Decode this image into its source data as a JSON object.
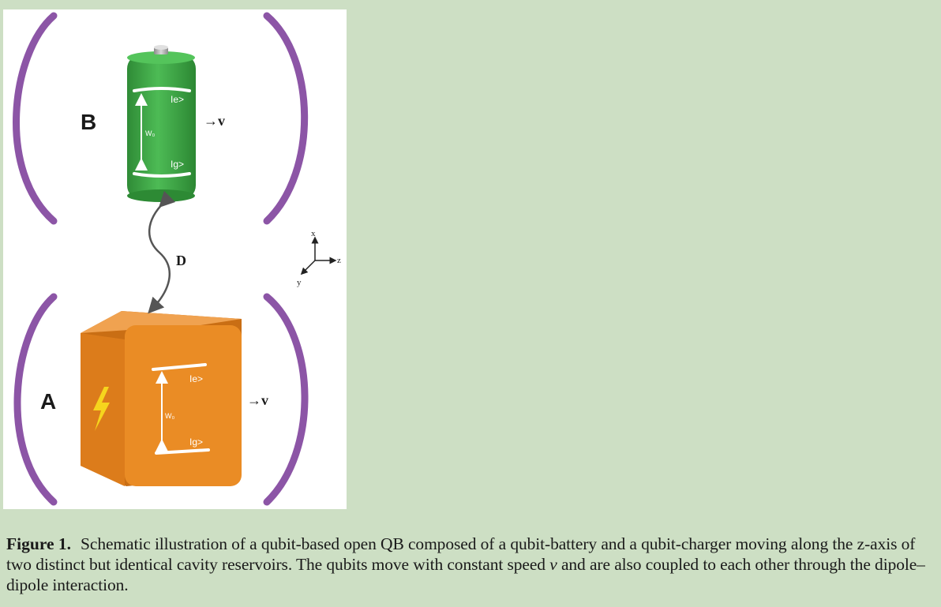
{
  "figure": {
    "system_b": {
      "label": "B",
      "excited_state": "Ie>",
      "ground_state": "Ig>",
      "frequency": "W₀",
      "velocity": "→v"
    },
    "system_a": {
      "label": "A",
      "excited_state": "Ie>",
      "ground_state": "Ig>",
      "frequency": "W₀",
      "velocity": "→v"
    },
    "interaction_label": "D",
    "axes": {
      "x": "x",
      "y": "y",
      "z": "z"
    },
    "colors": {
      "cavity_mirror": "#8c55a6",
      "battery": "#3ea547",
      "charger": "#e88a25",
      "lightning": "#f6d51d",
      "background": "#cddfc4"
    }
  },
  "caption": {
    "label": "Figure 1.",
    "text_before_symbol": "Schematic illustration of a qubit-based open QB composed of a qubit-battery and a qubit-charger moving along the z-axis of two distinct but identical cavity reservoirs. The qubits move with constant speed ",
    "speed_symbol": "v",
    "text_after_symbol": " and are also coupled to each other through the dipole–dipole interaction."
  }
}
